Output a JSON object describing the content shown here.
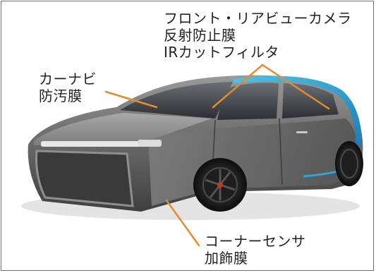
{
  "colors": {
    "callout": "#e68a2e",
    "text": "#222222",
    "car_body": "#6e6e6e",
    "accent_blue": "#2aa7d8",
    "border": "#6f6f6f"
  },
  "labels": {
    "camera": {
      "lines": [
        "フロント・リアビューカメラ",
        "反射防止膜",
        "IRカットフィルタ"
      ]
    },
    "navi": {
      "lines": [
        "カーナビ",
        "防汚膜"
      ]
    },
    "sensor": {
      "lines": [
        "コーナーセンサ",
        "加飾膜"
      ]
    }
  }
}
